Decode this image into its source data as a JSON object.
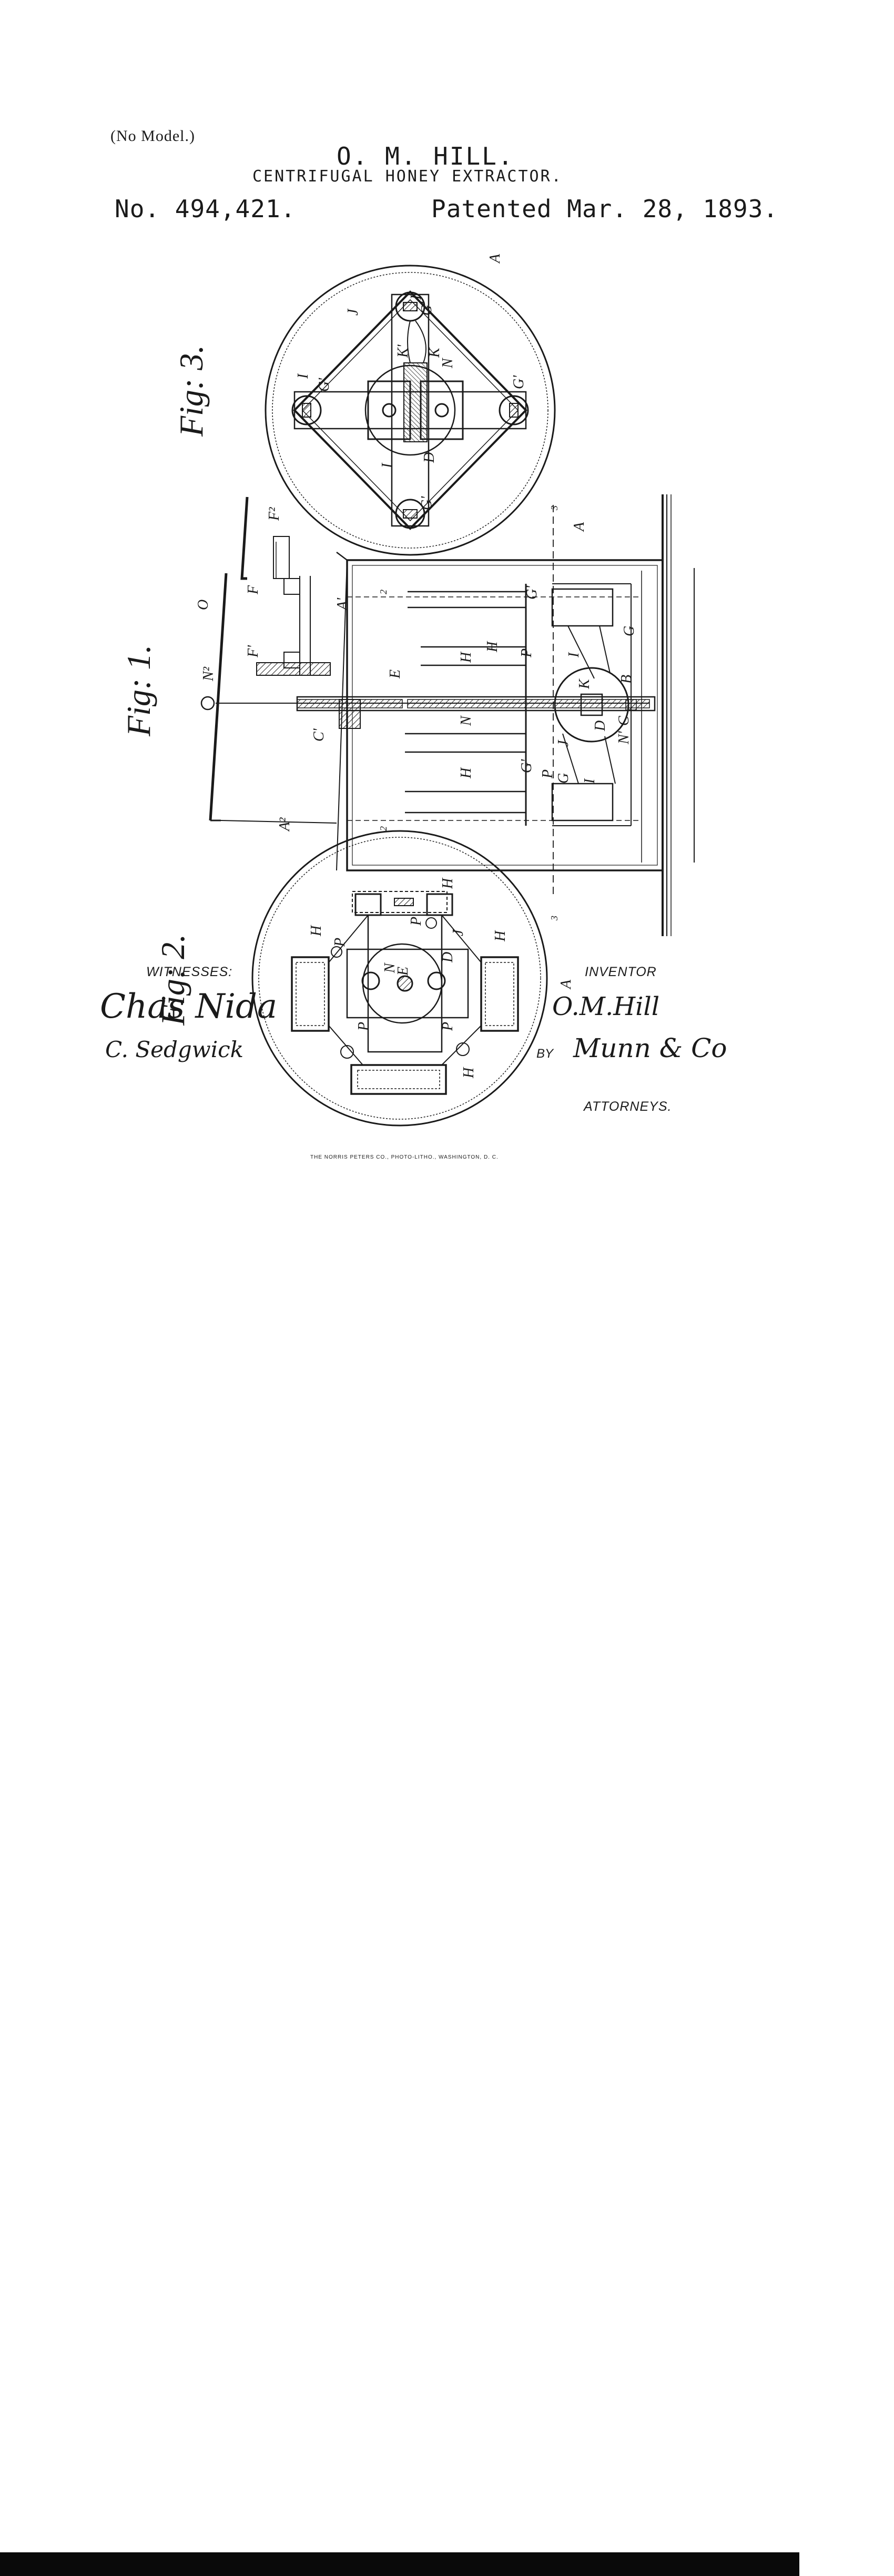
{
  "header": {
    "no_model": "(No Model.)",
    "inventor_name": "O. M. HILL.",
    "title": "CENTRIFUGAL HONEY EXTRACTOR.",
    "patent_number": "No. 494,421.",
    "patent_date": "Patented Mar. 28, 1893."
  },
  "figures": {
    "fig3": {
      "label": "Fig: 3."
    },
    "fig1": {
      "label": "Fig: 1."
    },
    "fig2": {
      "label": "Fig: 2."
    }
  },
  "ref_letters": {
    "A": "A",
    "A1": "A'",
    "A2": "A²",
    "B": "B",
    "C": "C",
    "C1": "C'",
    "D": "D",
    "E": "E",
    "F": "F",
    "F1": "F'",
    "F2": "F²",
    "G": "G",
    "G1": "G'",
    "H": "H",
    "I": "I",
    "J": "J",
    "K": "K",
    "K1": "K'",
    "N": "N",
    "N1": "N'",
    "N2": "N²",
    "O": "O",
    "P": "P",
    "n2": "2",
    "n3": "3"
  },
  "signatures": {
    "witnesses_label": "WITNESSES:",
    "witness_1": "Chas Nida",
    "witness_2": "C. Sedgwick",
    "inventor_label": "INVENTOR",
    "inventor_signature": "O.M.Hill",
    "by_label": "BY",
    "attorney_signature": "Munn & Co",
    "attorneys_label": "ATTORNEYS."
  },
  "footer": {
    "printer_credit": "THE NORRIS PETERS CO., PHOTO-LITHO., WASHINGTON, D. C."
  }
}
